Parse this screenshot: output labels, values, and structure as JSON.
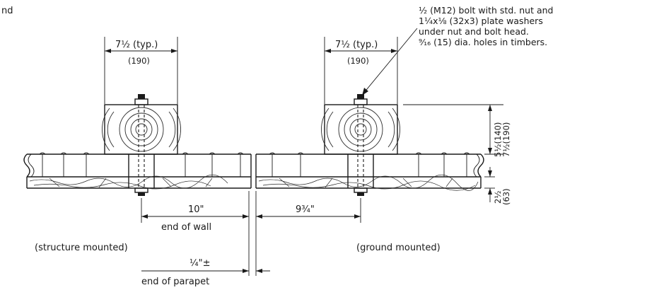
{
  "corner_text": "nd",
  "left": {
    "top_dim": "7½ (typ.)",
    "top_dim_metric": "(190)",
    "offset_dim": "10\"",
    "end_label": "end of wall",
    "caption": "(structure mounted)"
  },
  "right": {
    "top_dim": "7½ (typ.)",
    "top_dim_metric": "(190)",
    "offset_dim": "9¾\"",
    "caption": "(ground mounted)"
  },
  "note": {
    "line1": "½ (M12) bolt with std. nut and",
    "line2": "1¼x⅛ (32x3) plate washers",
    "line3": "under nut and bolt head.",
    "line4": "⁹⁄₁₆ (15) dia. holes in timbers."
  },
  "vertical_dims": {
    "upper_a": "5½(140)",
    "upper_b": "7½(190)",
    "lower_a": "2½",
    "lower_b": "(63)"
  },
  "gap": {
    "dim": "¼\"±",
    "label": "end of parapet"
  }
}
